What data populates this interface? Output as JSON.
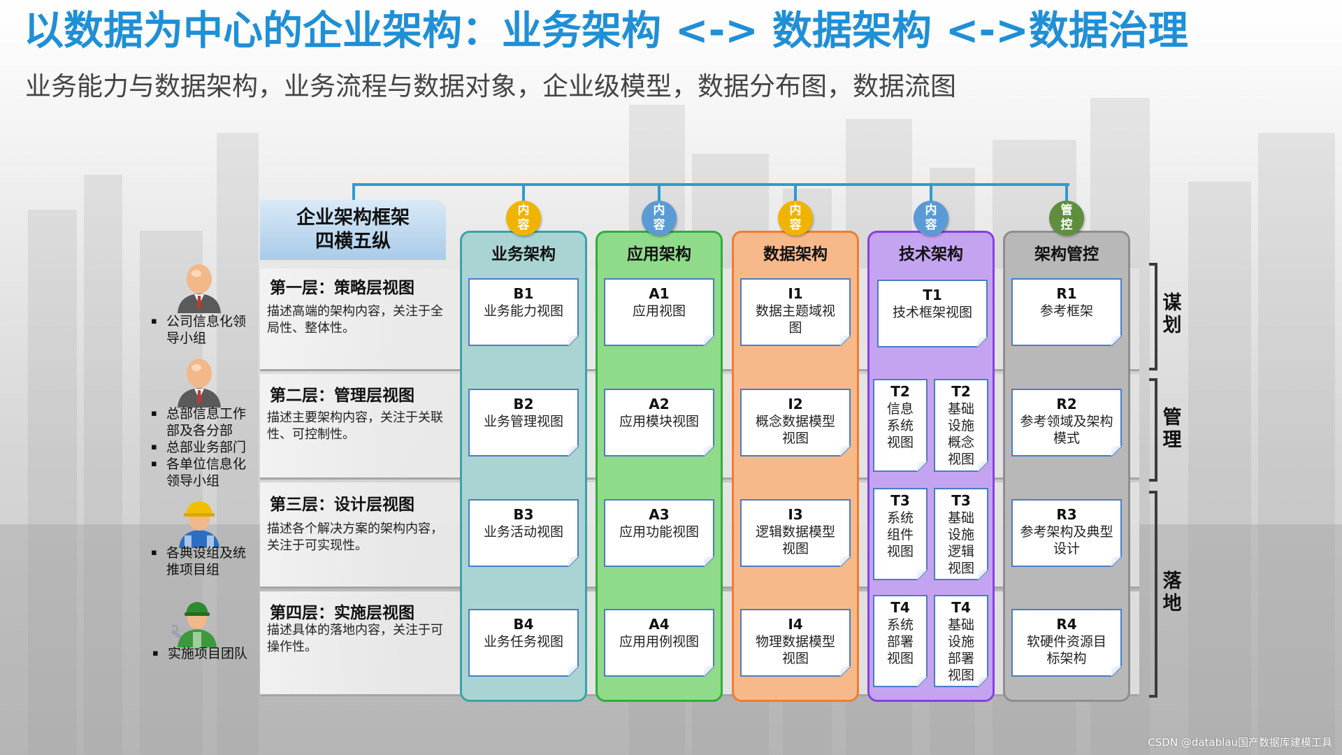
{
  "title": "以数据为中心的企业架构：业务架构 <-> 数据架构 <->数据治理",
  "subtitle": "业务能力与数据架构，业务流程与数据对象，企业级模型，数据分布图，数据流图",
  "framework": {
    "line1": "企业架构框架",
    "line2": "四横五纵"
  },
  "layers": [
    {
      "title": "第一层：策略层视图",
      "desc": "描述高端的架构内容，关注于全局性、整体性。"
    },
    {
      "title": "第二层：管理层视图",
      "desc": "描述主要架构内容，关注于关联性、可控制性。"
    },
    {
      "title": "第三层：设计层视图",
      "desc": "描述各个解决方案的架构内容，关注于可实现性。"
    },
    {
      "title": "第四层：实施层视图",
      "desc": "描述具体的落地内容，关注于可操作性。"
    }
  ],
  "columns": [
    {
      "name": "业务架构",
      "badge": [
        "内",
        "容"
      ],
      "badge_color": "#f0b400",
      "fill": "#a9d4d3",
      "border": "#3aa3a6",
      "cards": [
        {
          "code": "B1",
          "text": "业务能力视图"
        },
        {
          "code": "B2",
          "text": "业务管理视图"
        },
        {
          "code": "B3",
          "text": "业务活动视图"
        },
        {
          "code": "B4",
          "text": "业务任务视图"
        }
      ]
    },
    {
      "name": "应用架构",
      "badge": [
        "内",
        "容"
      ],
      "badge_color": "#5b9bd5",
      "fill": "#8fdb8a",
      "border": "#2fae3a",
      "cards": [
        {
          "code": "A1",
          "text": "应用视图"
        },
        {
          "code": "A2",
          "text": "应用模块视图"
        },
        {
          "code": "A3",
          "text": "应用功能视图"
        },
        {
          "code": "A4",
          "text": "应用用例视图"
        }
      ]
    },
    {
      "name": "数据架构",
      "badge": [
        "内",
        "容"
      ],
      "badge_color": "#f0b400",
      "fill": "#f7b98a",
      "border": "#ee7d31",
      "cards": [
        {
          "code": "I1",
          "text": "数据主题域视图"
        },
        {
          "code": "I2",
          "text": "概念数据模型视图"
        },
        {
          "code": "I3",
          "text": "逻辑数据模型视图"
        },
        {
          "code": "I4",
          "text": "物理数据模型视图"
        }
      ]
    },
    {
      "name": "技术架构",
      "badge": [
        "内",
        "容"
      ],
      "badge_color": "#5b9bd5",
      "fill": "#c4a4f0",
      "border": "#8a3fe0",
      "cards": [
        {
          "code": "T1",
          "text": "技术框架视图"
        },
        {
          "code": "T2",
          "text": "信息系统视图"
        },
        {
          "code": "T2",
          "text": "基础设施概念视图"
        },
        {
          "code": "T3",
          "text": "系统组件视图"
        },
        {
          "code": "T3",
          "text": "基础设施逻辑视图"
        },
        {
          "code": "T4",
          "text": "系统部署视图"
        },
        {
          "code": "T4",
          "text": "基础设施部署视图"
        }
      ]
    },
    {
      "name": "架构管控",
      "badge": [
        "管",
        "控"
      ],
      "badge_color": "#5f8e3e",
      "fill": "#b8b8b8",
      "border": "#8e8e8e",
      "cards": [
        {
          "code": "R1",
          "text": "参考框架"
        },
        {
          "code": "R2",
          "text": "参考领域及架构模式"
        },
        {
          "code": "R3",
          "text": "参考架构及典型设计"
        },
        {
          "code": "R4",
          "text": "软硬件资源目标架构"
        }
      ]
    }
  ],
  "brackets": [
    {
      "label": [
        "谋",
        "划"
      ]
    },
    {
      "label": [
        "管",
        "理"
      ]
    },
    {
      "label": [
        "落",
        "地"
      ]
    }
  ],
  "roles": [
    {
      "icon": "manager-avatar-icon",
      "items": [
        "公司信息化领导小组"
      ]
    },
    {
      "icon": "manager-avatar-icon",
      "items": [
        "总部信息工作部及各分部",
        "总部业务部门",
        "各单位信息化领导小组"
      ]
    },
    {
      "icon": "engineer-worker-icon",
      "items": [
        "各典设组及统推项目组"
      ]
    },
    {
      "icon": "technician-worker-icon",
      "items": [
        "实施项目团队"
      ]
    }
  ],
  "watermark": "CSDN @datablau国产数据库建模工具"
}
